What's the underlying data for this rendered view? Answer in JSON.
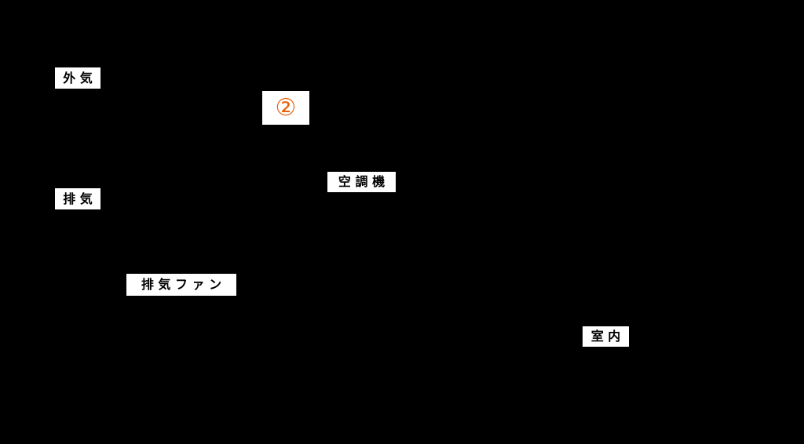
{
  "diagram": {
    "background_color": "#000000",
    "label_background_color": "#ffffff",
    "marker_color": "#e8620d",
    "labels": {
      "outside_air": "外 気",
      "marker_2": "②",
      "air_handling_unit": "空 調 機",
      "exhaust_air": "排 気",
      "exhaust_fan": "排 気 フ ァ ン",
      "room": "室 内"
    }
  }
}
